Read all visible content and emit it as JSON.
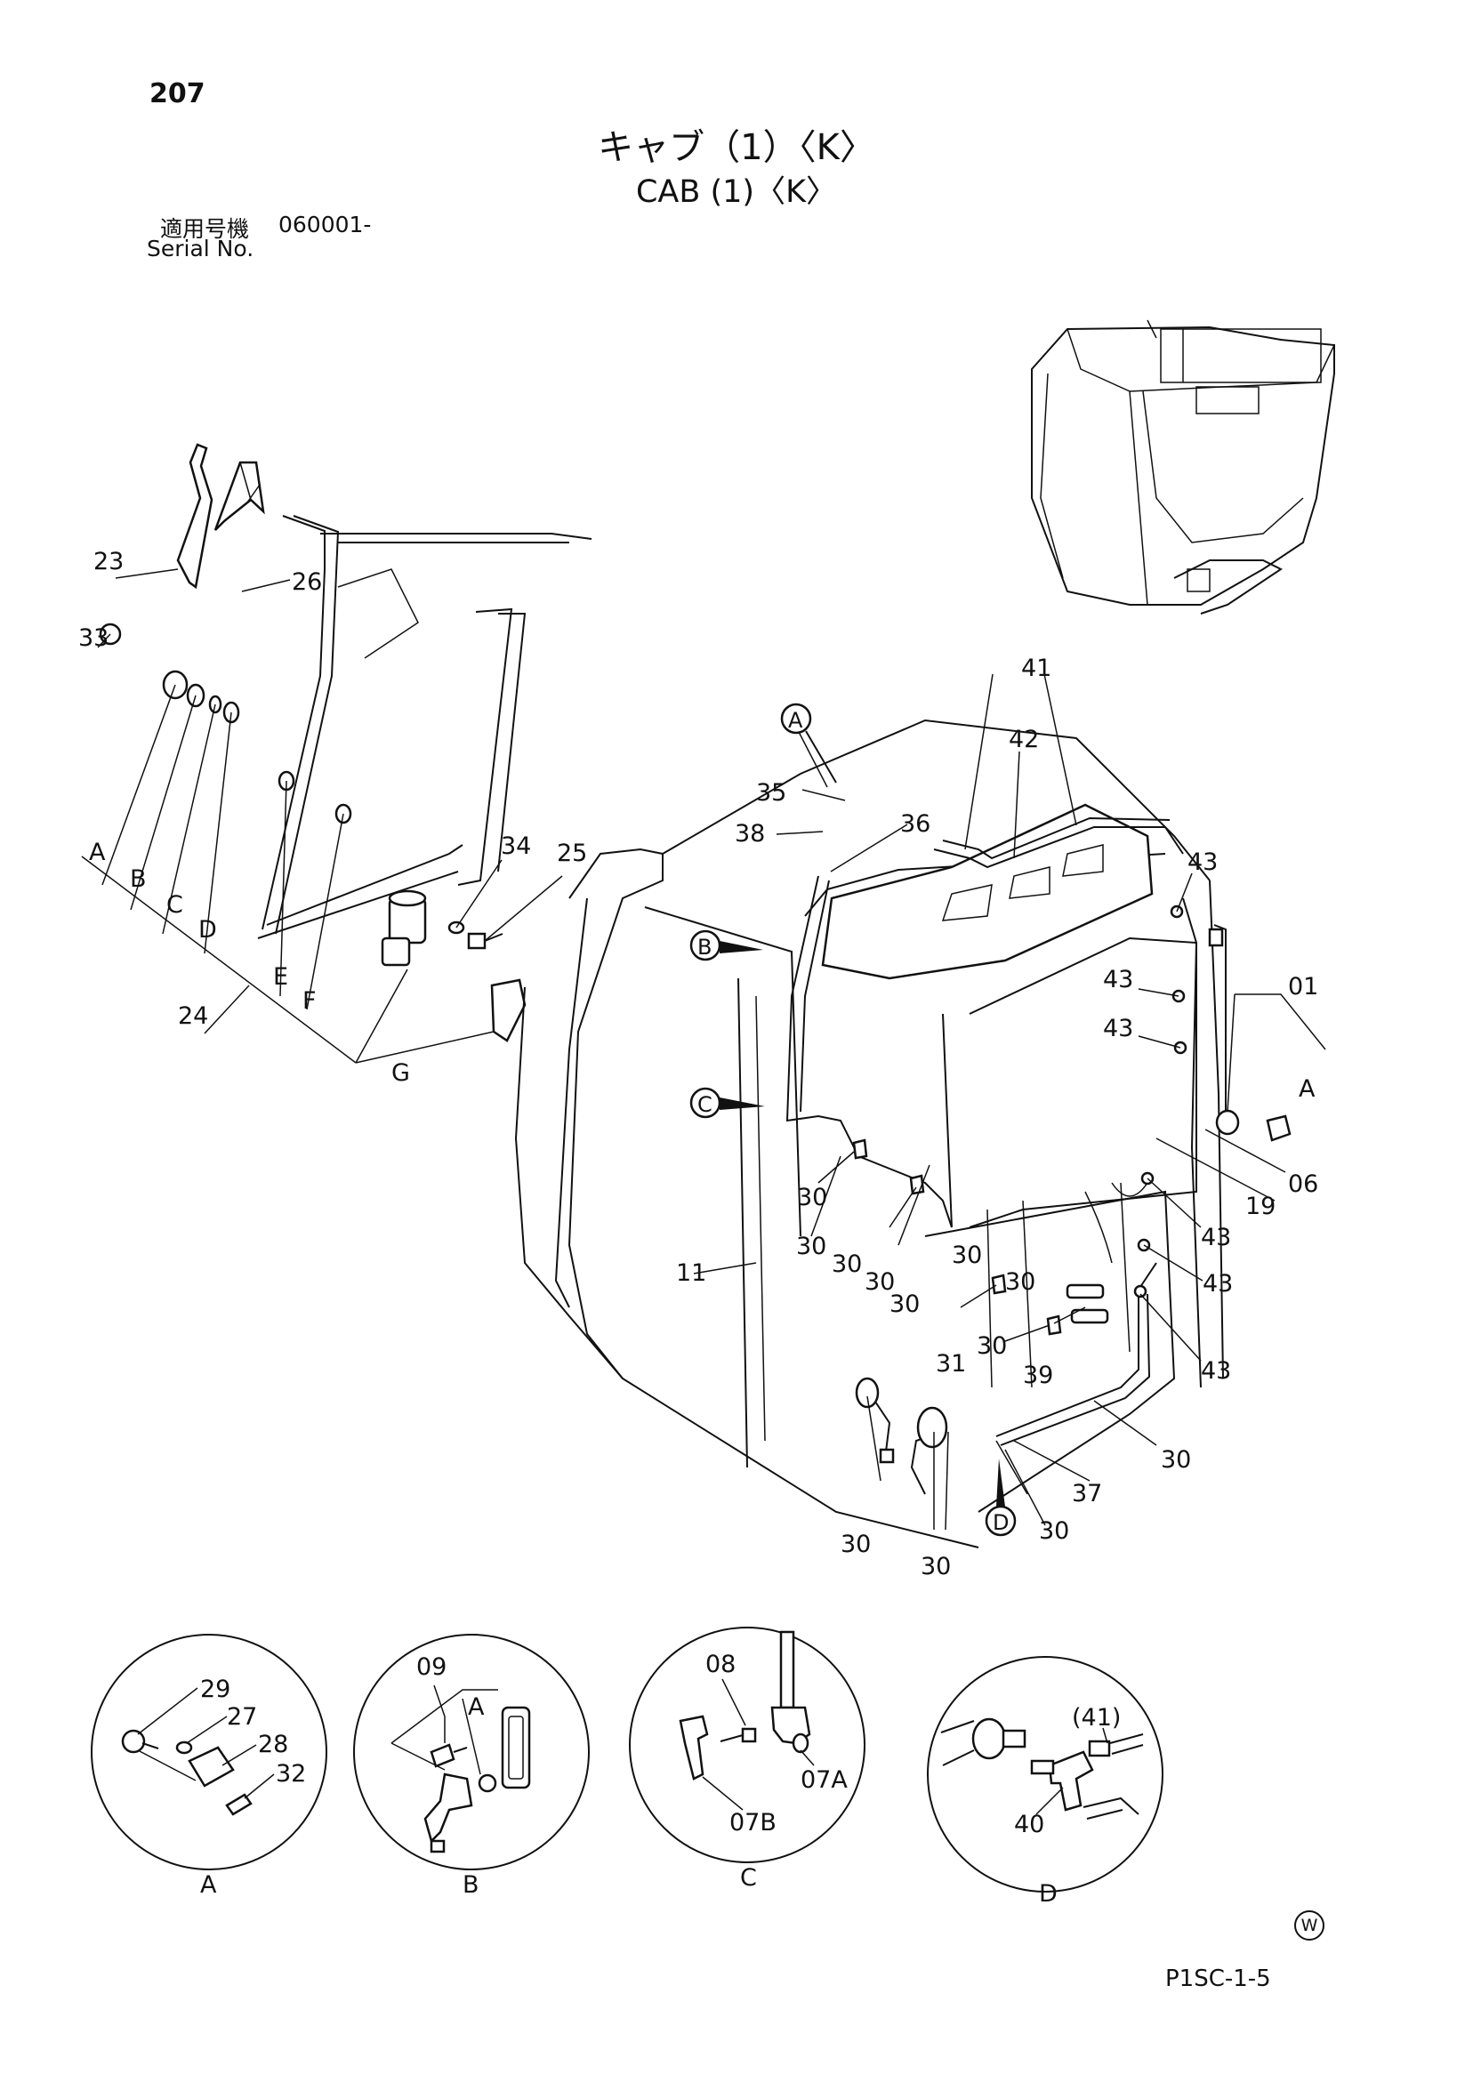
{
  "header": {
    "page_number": "207",
    "title_ja": "キャブ（1）〈K〉",
    "title_en": "CAB (1)〈K〉",
    "serial_label_ja": "適用号機",
    "serial_label_en": "Serial No.",
    "serial_value": "060001-"
  },
  "callouts": {
    "c23": "23",
    "c26": "26",
    "c33": "33",
    "c34": "34",
    "c25": "25",
    "c24": "24",
    "cA": "A",
    "cB": "B",
    "cC": "C",
    "cD": "D",
    "cE": "E",
    "cF": "F",
    "cG": "G",
    "c41": "41",
    "c42": "42",
    "c35": "35",
    "c36": "36",
    "c38": "38",
    "c43a": "43",
    "c43b": "43",
    "c43c": "43",
    "c43d": "43",
    "c43e": "43",
    "c43f": "43",
    "c01": "01",
    "cA2": "A",
    "c06": "06",
    "c19": "19",
    "c11": "11",
    "c31": "31",
    "c39": "39",
    "c37": "37",
    "c30a": "30",
    "c30b": "30",
    "c30c": "30",
    "c30d": "30",
    "c30e": "30",
    "c30f": "30",
    "c30g": "30",
    "c30h": "30",
    "c30i": "30",
    "c30j": "30",
    "c30k": "30",
    "c30l": "30"
  },
  "markers": {
    "A": "A",
    "B": "B",
    "C": "C",
    "D": "D"
  },
  "details": {
    "A": {
      "label": "A",
      "parts": [
        "29",
        "27",
        "28",
        "32"
      ]
    },
    "B": {
      "label": "B",
      "parts": [
        "09",
        "A"
      ]
    },
    "C": {
      "label": "C",
      "parts": [
        "08",
        "07A",
        "07B"
      ]
    },
    "D": {
      "label": "D",
      "parts": [
        "(41)",
        "40"
      ]
    }
  },
  "footer": {
    "figure_code": "P1SC-1-5",
    "mark": "W"
  }
}
